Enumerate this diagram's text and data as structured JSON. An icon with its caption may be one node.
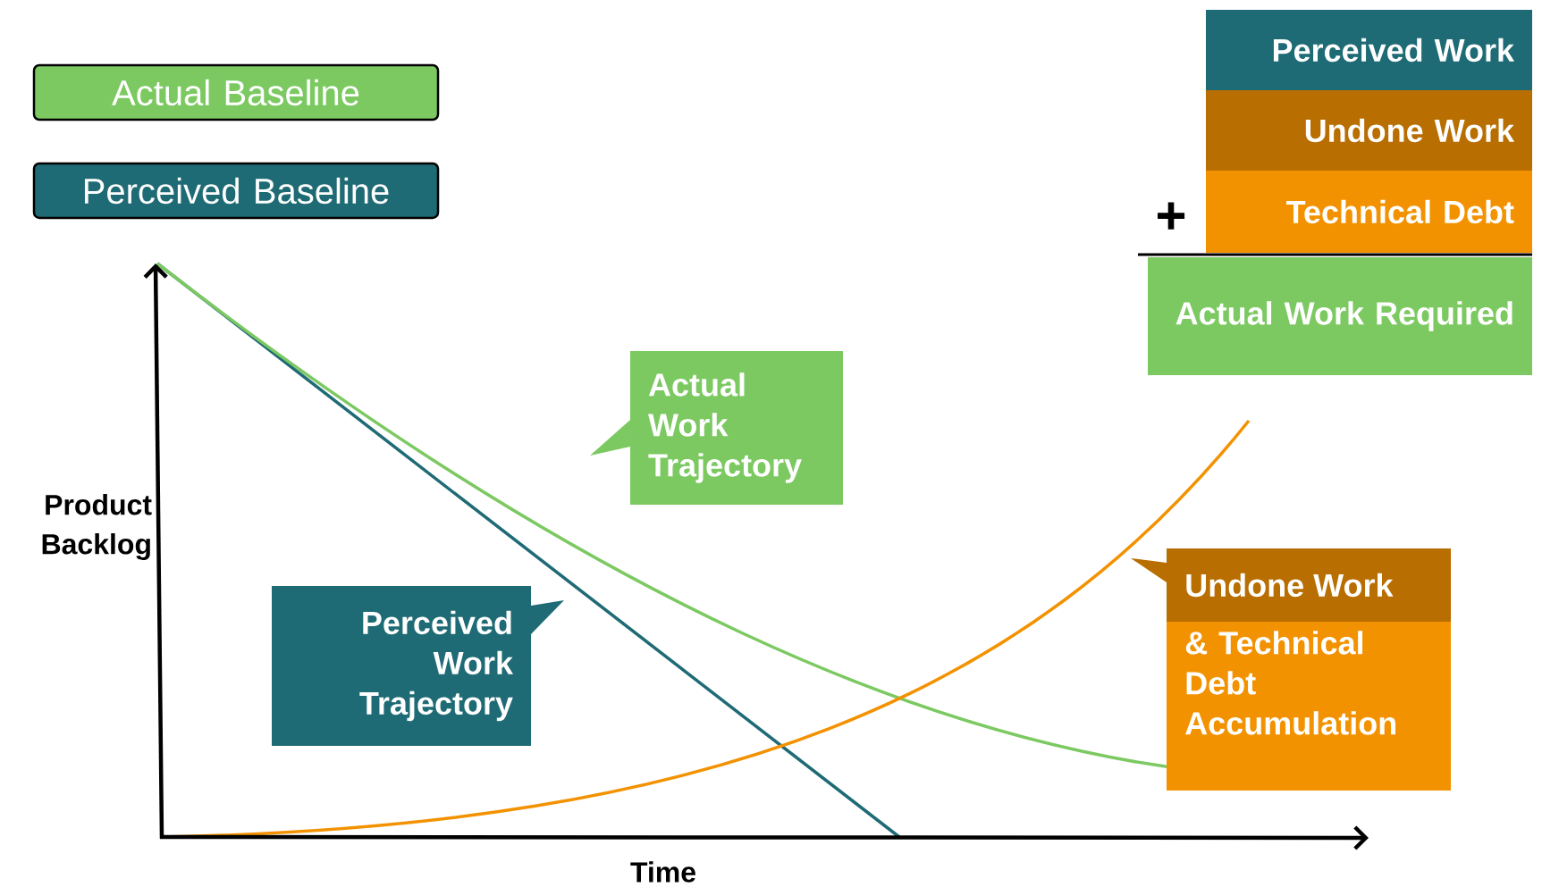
{
  "diagram": {
    "nodes": [
      {
        "text": [
          "Actual Baseline"
        ]
      },
      {
        "text": [
          "Perceived Baseline"
        ]
      },
      {
        "text": [
          "Perceived Work"
        ]
      },
      {
        "text": [
          "Undone Work"
        ]
      },
      {
        "text": [
          "Technical Debt"
        ]
      },
      {
        "text": [
          "Actual Work Required"
        ]
      },
      {
        "text": [
          "Actual Work Trajectory"
        ]
      },
      {
        "text": [
          "Perceived Work Trajectory"
        ]
      },
      {
        "text": [
          "Undone Work",
          "& Technical Debt Accumulation"
        ]
      }
    ],
    "labels": [
      "+",
      "Product Backlog",
      "Time"
    ]
  }
}
